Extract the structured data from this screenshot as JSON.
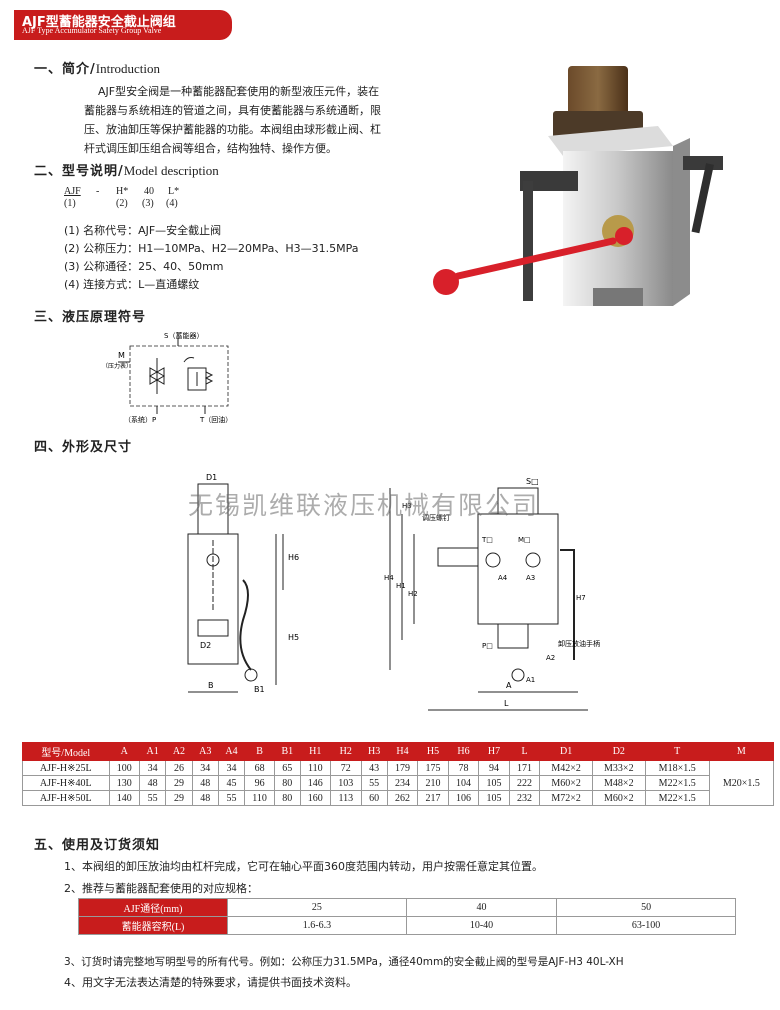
{
  "header": {
    "title": "AJF型蓄能器安全截止阀组",
    "subtitle": "AJF Type Accumulator Safety Group Valve"
  },
  "sections": {
    "intro": {
      "title": "一、简介/",
      "title_en": "Introduction"
    },
    "model": {
      "title": "二、型号说明/",
      "title_en": "Model description"
    },
    "symbol": {
      "title": "三、液压原理符号"
    },
    "dimensions": {
      "title": "四、外形及尺寸"
    },
    "usage": {
      "title": "五、使用及订货须知"
    }
  },
  "intro": {
    "lines": [
      "AJF型安全阀是一种蓄能器配套使用的新型液压元件，装在",
      "蓄能器与系统相连的管道之间，具有使蓄能器与系统通断，限",
      "压、放油卸压等保护蓄能器的功能。本阀组由球形截止阀、杠",
      "杆式调压卸压组合阀等组合，结构独特、操作方便。"
    ]
  },
  "model_code": {
    "parts": [
      "AJF",
      "-",
      "H*",
      "40",
      "L*"
    ],
    "indices": [
      "(1)",
      "(2)",
      "(3)",
      "(4)"
    ]
  },
  "model_items": [
    "(1)  名称代号：AJF—安全截止阀",
    "(2)  公称压力：H1—10MPa、H2—20MPa、H3—31.5MPa",
    "(3)  公称通径：25、40、50mm",
    "(4)  连接方式：L—直通螺纹"
  ],
  "symbol_labels": {
    "s": "S（蓄能器）",
    "m": "M",
    "m_note": "（压力表）",
    "p": "（系统）P",
    "t": "T（回油）"
  },
  "drawing_labels": {
    "d1": "D1",
    "d2": "D2",
    "h6": "H6",
    "h5": "H5",
    "b": "B",
    "b1": "B1",
    "s_port": "S□",
    "h3": "H3",
    "adjust_screw": "调压螺钉",
    "t_port": "T□",
    "m_port": "M□",
    "a4": "A4",
    "a3": "A3",
    "h4": "H4",
    "h1": "H1",
    "h2": "H2",
    "h7": "H7",
    "p_port": "P□",
    "relief_handle": "卸压放油手柄",
    "a2": "A2",
    "a1": "A1",
    "a": "A",
    "l": "L"
  },
  "watermark": "无锡凯维联液压机械有限公司",
  "spec_table": {
    "headers": [
      "型号/Model",
      "A",
      "A1",
      "A2",
      "A3",
      "A4",
      "B",
      "B1",
      "H1",
      "H2",
      "H3",
      "H4",
      "H5",
      "H6",
      "H7",
      "L",
      "D1",
      "D2",
      "T",
      "M"
    ],
    "rows": [
      [
        "AJF-H※25L",
        "100",
        "34",
        "26",
        "34",
        "34",
        "68",
        "65",
        "110",
        "72",
        "43",
        "179",
        "175",
        "78",
        "94",
        "171",
        "M42×2",
        "M33×2",
        "M18×1.5"
      ],
      [
        "AJF-H※40L",
        "130",
        "48",
        "29",
        "48",
        "45",
        "96",
        "80",
        "146",
        "103",
        "55",
        "234",
        "210",
        "104",
        "105",
        "222",
        "M60×2",
        "M48×2",
        "M22×1.5"
      ],
      [
        "AJF-H※50L",
        "140",
        "55",
        "29",
        "48",
        "55",
        "110",
        "80",
        "160",
        "113",
        "60",
        "262",
        "217",
        "106",
        "105",
        "232",
        "M72×2",
        "M60×2",
        "M22×1.5"
      ]
    ],
    "m_value": "M20×1.5"
  },
  "notes": [
    "1、本阀组的卸压放油均由杠杆完成，它可在轴心平面360度范围内转动，用户按需任意定其位置。",
    "2、推荐与蓄能器配套使用的对应规格：",
    "3、订货时请完整地写明型号的所有代号。例如：公称压力31.5MPa，通径40mm的安全截止阀的型号是AJF-H3  40L-XH",
    "4、用文字无法表达清楚的特殊要求，请提供书面技术资料。"
  ],
  "volume_table": {
    "row_headers": [
      "AJF通径(mm)",
      "蓄能器容积(L)"
    ],
    "diameters": [
      "25",
      "40",
      "50"
    ],
    "volumes": [
      "1.6-6.3",
      "10-40",
      "63-100"
    ]
  },
  "colors": {
    "accent": "#c81c1c",
    "handle": "#d8202a"
  }
}
